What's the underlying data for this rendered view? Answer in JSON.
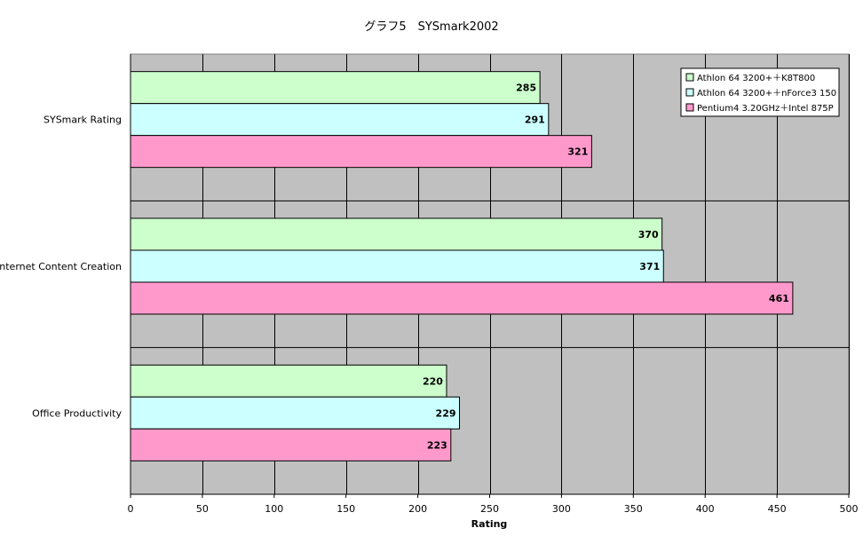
{
  "chart_data": {
    "type": "bar",
    "orientation": "horizontal",
    "title": "グラフ5　SYSmark2002",
    "xlabel": "Rating",
    "ylabel": "",
    "xlim": [
      0,
      500
    ],
    "x_ticks": [
      0,
      50,
      100,
      150,
      200,
      250,
      300,
      350,
      400,
      450,
      500
    ],
    "grid": true,
    "legend_position": "top-right",
    "categories": [
      "SYSmark Rating",
      "Internet Content Creation",
      "Office Productivity"
    ],
    "series": [
      {
        "name": "Athlon 64 3200+＋K8T800",
        "color": "#ccffcc",
        "values": [
          285,
          370,
          220
        ]
      },
      {
        "name": "Athlon 64 3200+＋nForce3 150",
        "color": "#ccffff",
        "values": [
          291,
          371,
          229
        ]
      },
      {
        "name": "Pentium4 3.20GHz＋Intel 875P",
        "color": "#ff99cc",
        "values": [
          321,
          461,
          223
        ]
      }
    ],
    "plot_background": "#c0c0c0"
  }
}
